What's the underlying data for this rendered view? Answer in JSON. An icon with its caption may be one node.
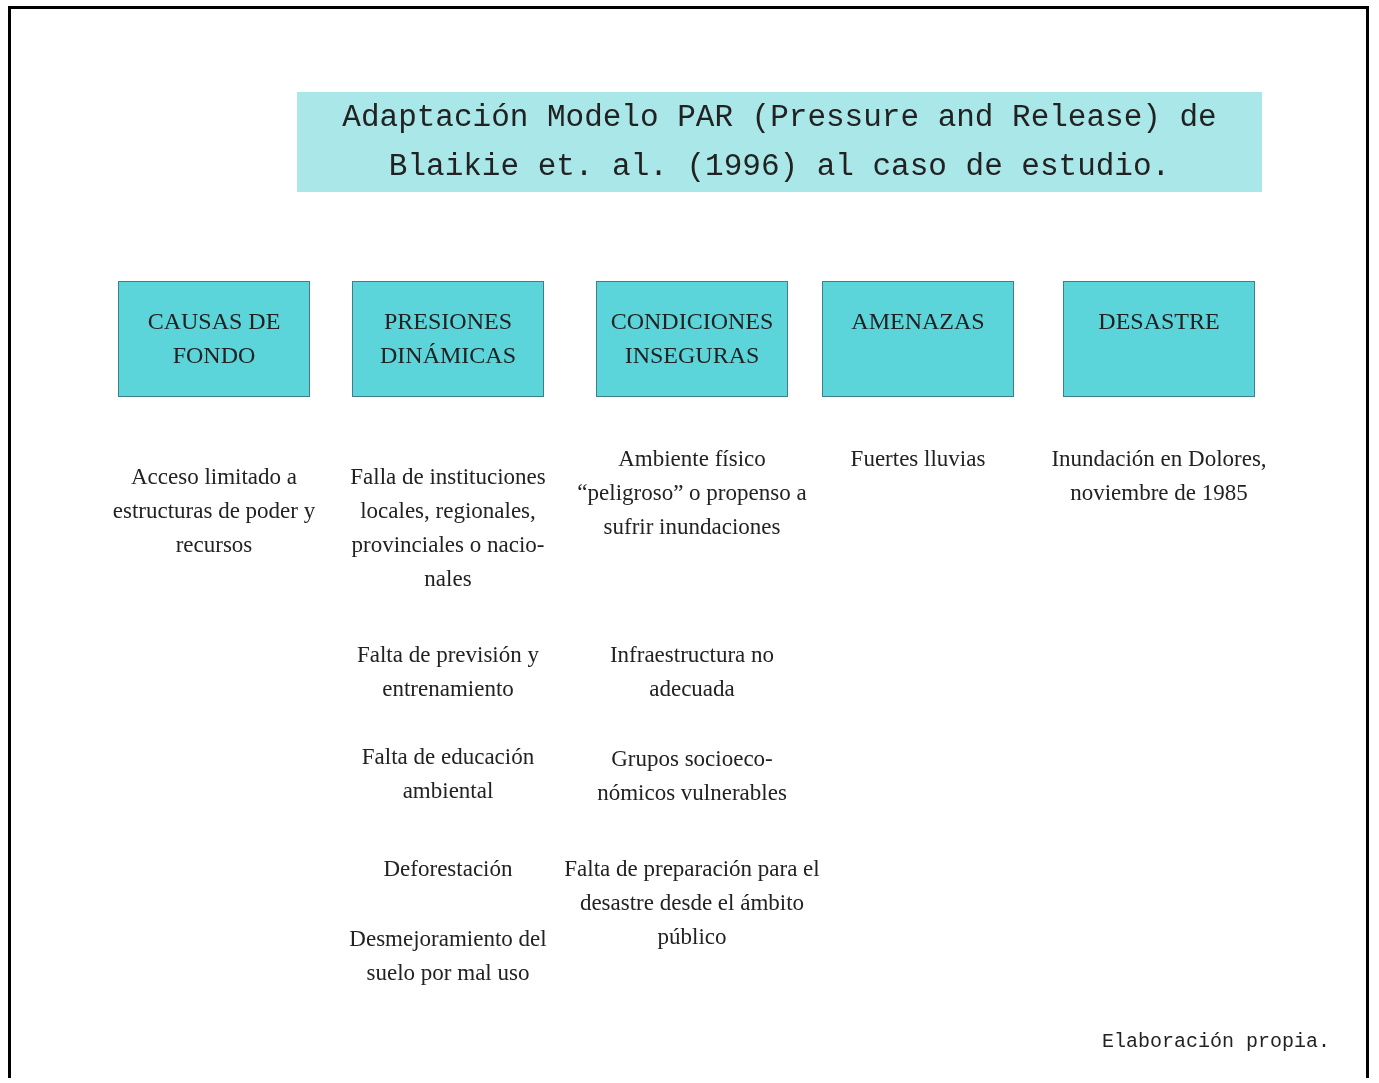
{
  "diagram": {
    "title": "Adaptación Modelo PAR (Pressure and Release) de Blaikie et. al. (1996) al caso de estudio.",
    "caption": "Elaboración propia.",
    "nodes": [
      {
        "text": [
          "CAUSAS DE FONDO"
        ],
        "beside": [
          "Acceso limitado a estructuras de poder y recursos"
        ]
      },
      {
        "text": [
          "PRESIONES DINÁMICAS"
        ],
        "beside": [
          "Falla de instituciones locales, regionales, provinciales o nacio- nales",
          "Falta de previsión y entrenamiento",
          "Falta de educación ambiental",
          "Deforestación",
          "Desmejoramiento del suelo por mal uso"
        ]
      },
      {
        "text": [
          "CONDICIONES INSEGURAS"
        ],
        "beside": [
          "Ambiente físico “peligroso” o propenso a sufrir inundaciones",
          "Infraestructura no adecuada",
          "Grupos socioeco- nómicos vulnerables",
          "Falta de preparación para el desastre desde el ámbito público"
        ]
      },
      {
        "text": [
          "AMENAZAS"
        ],
        "beside": [
          "Fuertes lluvias"
        ]
      },
      {
        "text": [
          "DESASTRE"
        ],
        "beside": [
          "Inundación en Dolores, noviembre de 1985"
        ]
      }
    ]
  }
}
